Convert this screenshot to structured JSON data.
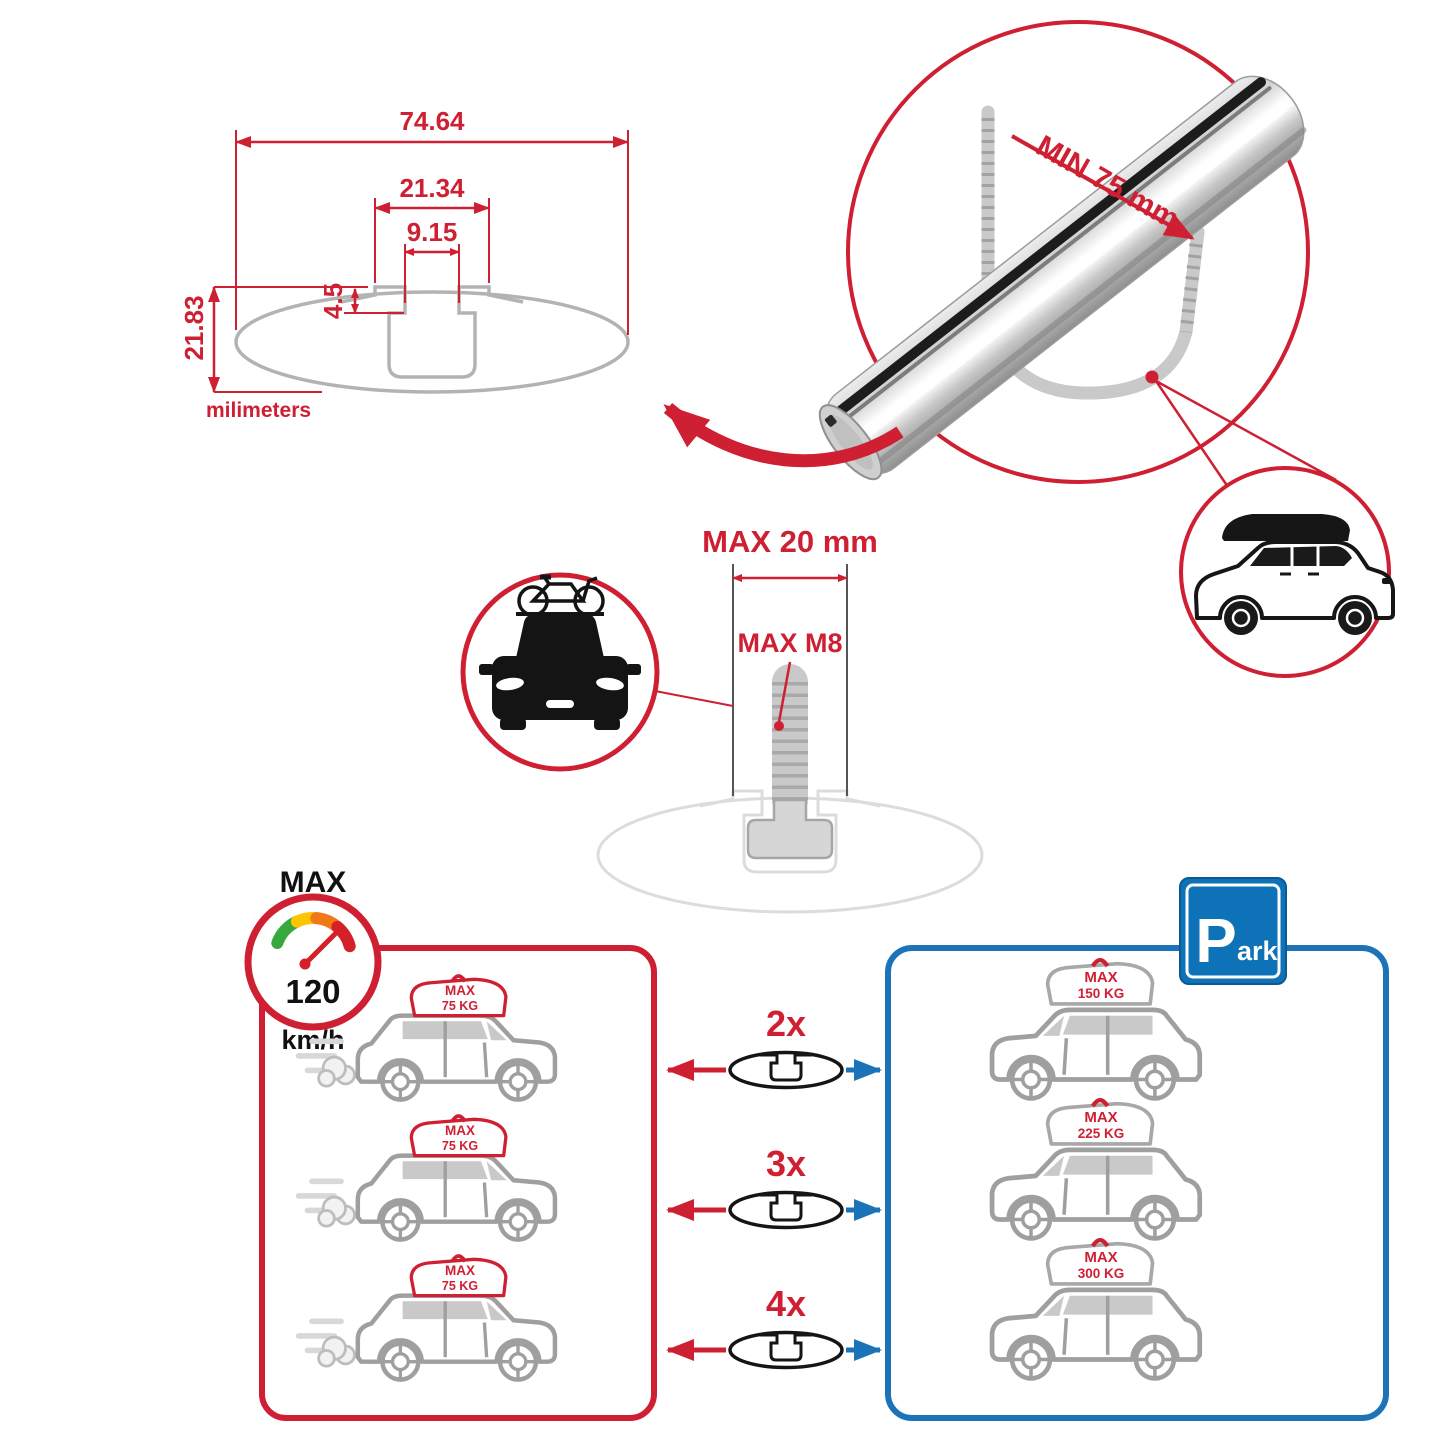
{
  "colors": {
    "accent_red": "#cf2033",
    "accent_blue": "#1d73b8",
    "park_sign_blue": "#0e72b8",
    "diagram_gray": "#b3b3b3",
    "car_gray": "#9f9f9f",
    "bar_silver": "#d2d2d2"
  },
  "profile_dimensions": {
    "total_width": "74.64",
    "channel_width": "21.34",
    "slot_width": "9.15",
    "slot_depth": "4.5",
    "total_height": "21.83",
    "units_label": "milimeters"
  },
  "bar_callout": {
    "min_clamp_label": "MIN 75 mm"
  },
  "bolt_callout": {
    "max_width_label": "MAX 20 mm",
    "max_thread_label": "MAX M8"
  },
  "speed_limit": {
    "label": "MAX",
    "value": "120",
    "unit": "km/h"
  },
  "park_sign": {
    "letter": "P",
    "suffix": "ark"
  },
  "bar_multipliers": [
    {
      "label": "2x"
    },
    {
      "label": "3x"
    },
    {
      "label": "4x"
    }
  ],
  "driving_cars": [
    {
      "max_label": "MAX",
      "weight": "75 KG"
    },
    {
      "max_label": "MAX",
      "weight": "75 KG"
    },
    {
      "max_label": "MAX",
      "weight": "75 KG"
    }
  ],
  "parked_cars": [
    {
      "max_label": "MAX",
      "weight": "150 KG"
    },
    {
      "max_label": "MAX",
      "weight": "225 KG"
    },
    {
      "max_label": "MAX",
      "weight": "300 KG"
    }
  ],
  "icons": {
    "speedometer": "speedometer-gauge-icon",
    "parking": "parking-sign-icon",
    "car_side": "suv-silhouette-icon",
    "car_front_bike": "car-with-bike-icon",
    "roof_box": "roof-box-icon",
    "bar_section": "crossbar-section-icon"
  }
}
